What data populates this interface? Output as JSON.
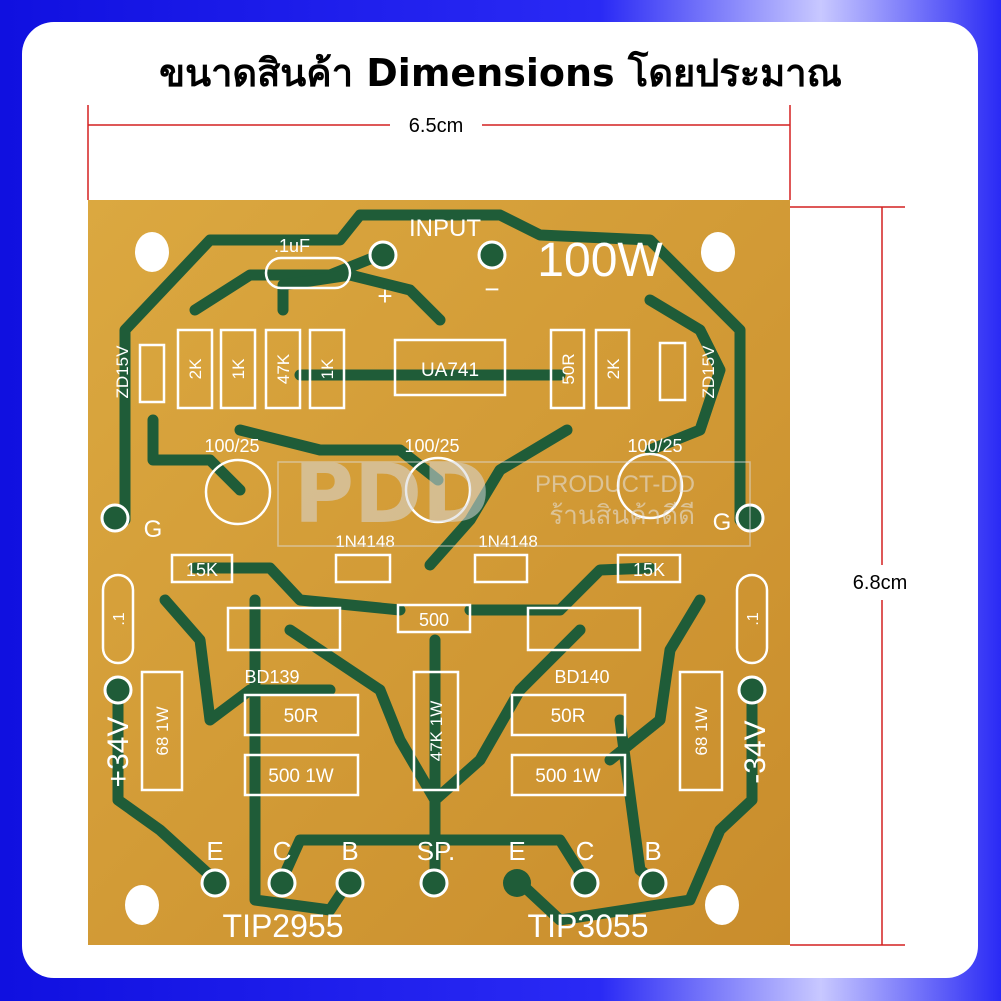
{
  "title": "ขนาดสินค้า Dimensions โดยประมาณ",
  "dimensions": {
    "width": "6.5cm",
    "height": "6.8cm"
  },
  "colors": {
    "frame": "#1a1aee",
    "dimension_line": "#d42020",
    "board": "#d6a03a",
    "trace": "#1f5c38",
    "silkscreen": "#ffffff"
  },
  "pcb": {
    "input": "INPUT",
    "power": "100W",
    "cap_small": ".1uF",
    "plus": "+",
    "minus": "−",
    "zener_left": "ZD15V",
    "zener_right": "ZD15V",
    "resistors_top": [
      "2K",
      "1K",
      "47K",
      "1K"
    ],
    "opamp": "UA741",
    "resistors_top_right": [
      "50R",
      "2K"
    ],
    "electrolytics": [
      "100/25",
      "100/25",
      "100/25"
    ],
    "ground_left": "G",
    "ground_right": "G",
    "diodes": [
      "1N4148",
      "1N4148"
    ],
    "r15k_left": "15K",
    "r15k_right": "15K",
    "r500": "500",
    "bd_left": "BD139",
    "bd_right": "BD140",
    "cap_left": ".1",
    "cap_right": ".1",
    "r68_left": "68 1W",
    "r68_right": "68 1W",
    "r47k": "47K 1W",
    "r50r_left": "50R",
    "r50r_right": "50R",
    "r500w_left": "500 1W",
    "r500w_right": "500 1W",
    "supply_pos": "+34V",
    "supply_neg": "-34V",
    "pins_left": [
      "E",
      "C",
      "B"
    ],
    "speaker": "SP.",
    "pins_right": [
      "E",
      "C",
      "B"
    ],
    "transistor_left": "TIP2955",
    "transistor_right": "TIP3055"
  },
  "watermark": {
    "logo": "PDD",
    "brand": "PRODUCT-DD",
    "brand_thai": "ร้านสินค้าดีดี"
  }
}
